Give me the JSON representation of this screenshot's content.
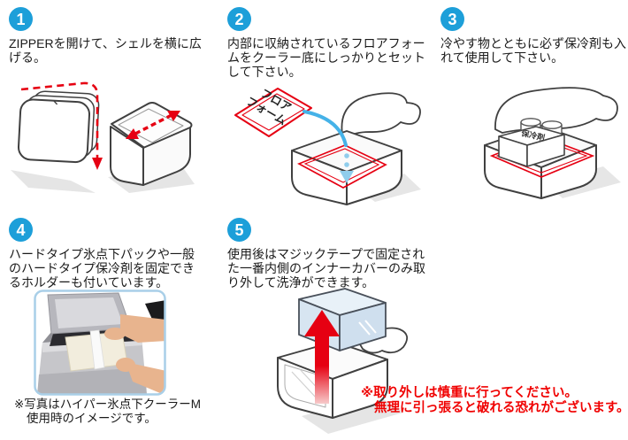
{
  "steps": [
    {
      "number": "1",
      "lines": [
        "ZIPPERを開けて、シェルを横に広",
        "げる。"
      ]
    },
    {
      "number": "2",
      "lines": [
        "内部に収納されているフロアフォー",
        "ムをクーラー底にしっかりとセット",
        "して下さい。"
      ]
    },
    {
      "number": "3",
      "lines": [
        "冷やす物とともに必ず保冷剤も入",
        "れて使用して下さい。"
      ]
    },
    {
      "number": "4",
      "lines": [
        "ハードタイプ氷点下パックや一般",
        "のハードタイプ保冷剤を固定でき",
        "るホルダーも付いています。"
      ]
    },
    {
      "number": "5",
      "lines": [
        "使用後はマジックテープで固定され",
        "た一番内側のインナーカバーのみ取",
        "り外して洗浄ができます。"
      ]
    }
  ],
  "illustration_labels": {
    "floor_foam_line1": "フロア",
    "floor_foam_line2": "フォーム",
    "ice_pack": "保冷剤"
  },
  "notes": {
    "photo_caption_line1": "※写真はハイパー氷点下クーラーM",
    "photo_caption_line2": "使用時のイメージです。",
    "warning_line1": "※取り外しは慎重に行ってください。",
    "warning_line2": "無理に引っ張ると破れる恐れがございます。"
  },
  "colors": {
    "step_badge_blue": "#1d9fd9",
    "arrow_red": "#e60012",
    "arrow_blue": "#45b2e8",
    "warning_text_red": "#f00000",
    "body_text": "#1a1a1a",
    "line_art_outline": "#404040",
    "inner_cover_blue": "#d7e5f1",
    "photo_frame_blue": "#a9cfe8"
  }
}
